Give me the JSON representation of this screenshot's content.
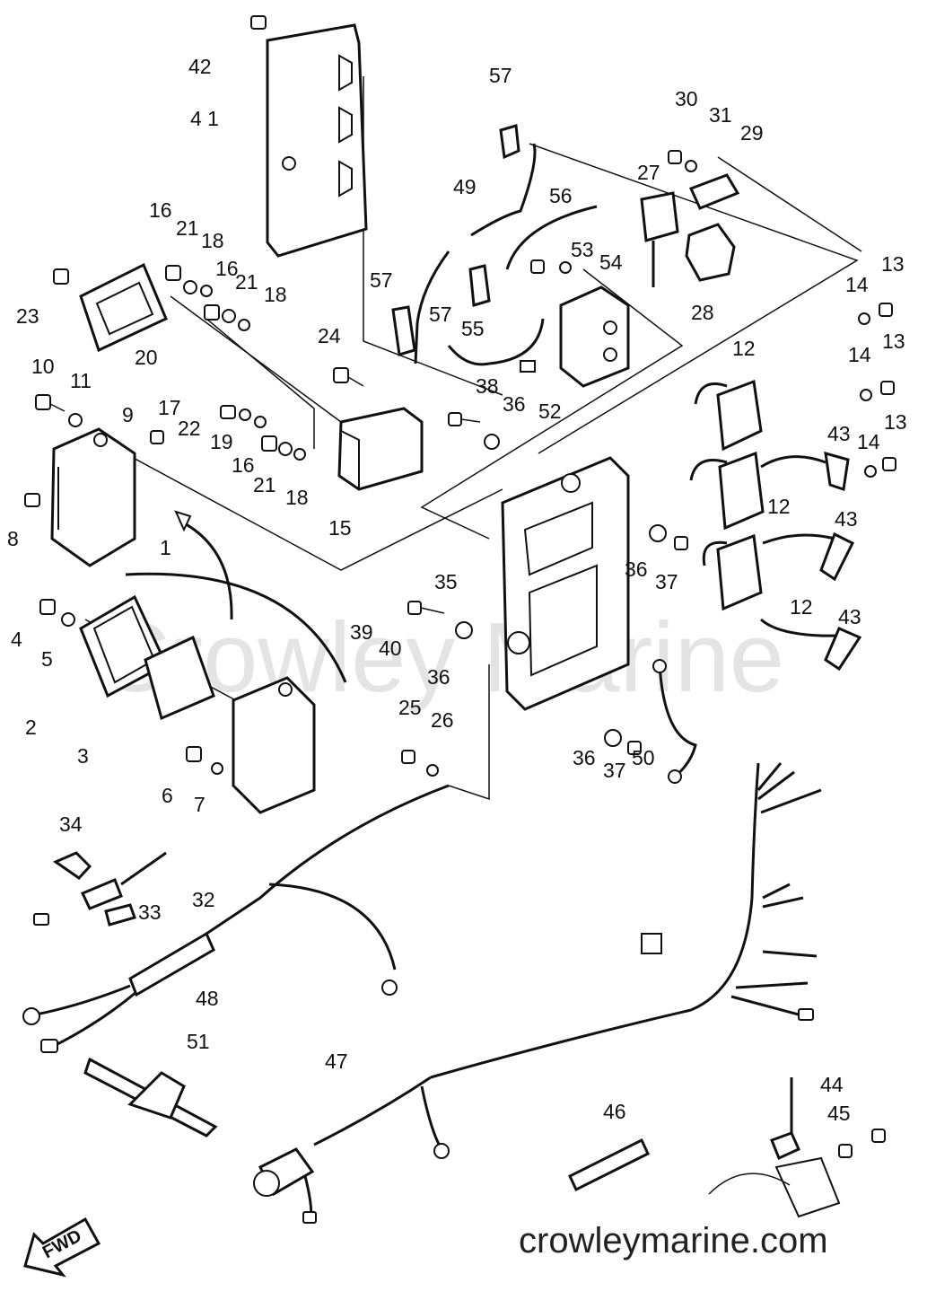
{
  "watermark": "Crowley Marine",
  "site": "crowleymarine.com",
  "fwd": "FWD",
  "callouts": [
    {
      "id": "c42",
      "label": "42"
    },
    {
      "id": "c41",
      "label": "4 1"
    },
    {
      "id": "c57a",
      "label": "57"
    },
    {
      "id": "c30",
      "label": "30"
    },
    {
      "id": "c31",
      "label": "31"
    },
    {
      "id": "c29",
      "label": "29"
    },
    {
      "id": "c27",
      "label": "27"
    },
    {
      "id": "c49",
      "label": "49"
    },
    {
      "id": "c56",
      "label": "56"
    },
    {
      "id": "c16a",
      "label": "16"
    },
    {
      "id": "c21a",
      "label": "21"
    },
    {
      "id": "c18a",
      "label": "18"
    },
    {
      "id": "c53",
      "label": "53"
    },
    {
      "id": "c54",
      "label": "54"
    },
    {
      "id": "c13a",
      "label": "13"
    },
    {
      "id": "c23",
      "label": "23"
    },
    {
      "id": "c16b",
      "label": "16"
    },
    {
      "id": "c21b",
      "label": "21"
    },
    {
      "id": "c18b",
      "label": "18"
    },
    {
      "id": "c57b",
      "label": "57"
    },
    {
      "id": "c57c",
      "label": "57"
    },
    {
      "id": "c28",
      "label": "28"
    },
    {
      "id": "c14a",
      "label": "14"
    },
    {
      "id": "c20",
      "label": "20"
    },
    {
      "id": "c24",
      "label": "24"
    },
    {
      "id": "c55",
      "label": "55"
    },
    {
      "id": "c12a",
      "label": "12"
    },
    {
      "id": "c14b",
      "label": "14"
    },
    {
      "id": "c13b",
      "label": "13"
    },
    {
      "id": "c10",
      "label": "10"
    },
    {
      "id": "c11",
      "label": "11"
    },
    {
      "id": "c38",
      "label": "38"
    },
    {
      "id": "c36a",
      "label": "36"
    },
    {
      "id": "c17",
      "label": "17"
    },
    {
      "id": "c9",
      "label": "9"
    },
    {
      "id": "c22",
      "label": "22"
    },
    {
      "id": "c19",
      "label": "19"
    },
    {
      "id": "c52",
      "label": "52"
    },
    {
      "id": "c43a",
      "label": "43"
    },
    {
      "id": "c14c",
      "label": "14"
    },
    {
      "id": "c13c",
      "label": "13"
    },
    {
      "id": "c16c",
      "label": "16"
    },
    {
      "id": "c21c",
      "label": "21"
    },
    {
      "id": "c18c",
      "label": "18"
    },
    {
      "id": "c12b",
      "label": "12"
    },
    {
      "id": "c15",
      "label": "15"
    },
    {
      "id": "c43b",
      "label": "43"
    },
    {
      "id": "c8",
      "label": "8"
    },
    {
      "id": "c1",
      "label": "1"
    },
    {
      "id": "c36b",
      "label": "36"
    },
    {
      "id": "c37a",
      "label": "37"
    },
    {
      "id": "c35",
      "label": "35"
    },
    {
      "id": "c12c",
      "label": "12"
    },
    {
      "id": "c43c",
      "label": "43"
    },
    {
      "id": "c4",
      "label": "4"
    },
    {
      "id": "c39",
      "label": "39"
    },
    {
      "id": "c40",
      "label": "40"
    },
    {
      "id": "c5",
      "label": "5"
    },
    {
      "id": "c36c",
      "label": "36"
    },
    {
      "id": "c25",
      "label": "25"
    },
    {
      "id": "c26",
      "label": "26"
    },
    {
      "id": "c2",
      "label": "2"
    },
    {
      "id": "c3",
      "label": "3"
    },
    {
      "id": "c36d",
      "label": "36"
    },
    {
      "id": "c37b",
      "label": "37"
    },
    {
      "id": "c50",
      "label": "50"
    },
    {
      "id": "c6",
      "label": "6"
    },
    {
      "id": "c7",
      "label": "7"
    },
    {
      "id": "c34",
      "label": "34"
    },
    {
      "id": "c32",
      "label": "32"
    },
    {
      "id": "c33",
      "label": "33"
    },
    {
      "id": "c48",
      "label": "48"
    },
    {
      "id": "c51",
      "label": "51"
    },
    {
      "id": "c47",
      "label": "47"
    },
    {
      "id": "c44",
      "label": "44"
    },
    {
      "id": "c45",
      "label": "45"
    },
    {
      "id": "c46",
      "label": "46"
    }
  ]
}
